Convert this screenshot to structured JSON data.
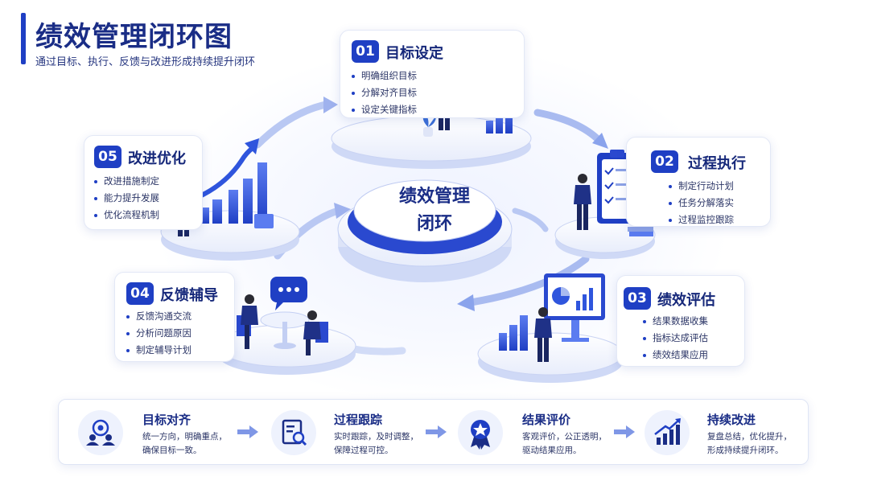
{
  "header": {
    "title": "绩效管理闭环图",
    "subtitle": "通过目标、执行、反馈与改进形成持续提升闭环"
  },
  "center": {
    "line1": "绩效管理",
    "line2": "闭环"
  },
  "colors": {
    "primary": "#1f3fc4",
    "dark": "#1a2d86",
    "light": "#eef2fd"
  },
  "stages": [
    {
      "number": "01",
      "title": "目标设定",
      "items": [
        "明确组织目标",
        "分解对齐目标",
        "设定关键指标"
      ]
    },
    {
      "number": "02",
      "title": "过程执行",
      "items": [
        "制定行动计划",
        "任务分解落实",
        "过程监控跟踪"
      ]
    },
    {
      "number": "03",
      "title": "绩效评估",
      "items": [
        "结果数据收集",
        "指标达成评估",
        "绩效结果应用"
      ]
    },
    {
      "number": "04",
      "title": "反馈辅导",
      "items": [
        "反馈沟通交流",
        "分析问题原因",
        "制定辅导计划"
      ]
    },
    {
      "number": "05",
      "title": "改进优化",
      "items": [
        "改进措施制定",
        "能力提升发展",
        "优化流程机制"
      ]
    }
  ],
  "features": [
    {
      "title": "目标对齐",
      "line1": "统一方向，明确重点，",
      "line2": "确保目标一致。",
      "icon": "target-team-icon"
    },
    {
      "title": "过程跟踪",
      "line1": "实时跟踪，及时调整，",
      "line2": "保障过程可控。",
      "icon": "report-search-icon"
    },
    {
      "title": "结果评价",
      "line1": "客观评价，公正透明，",
      "line2": "驱动结果应用。",
      "icon": "award-badge-icon"
    },
    {
      "title": "持续改进",
      "line1": "复盘总结，优化提升，",
      "line2": "形成持续提升闭环。",
      "icon": "growth-chart-icon"
    }
  ]
}
